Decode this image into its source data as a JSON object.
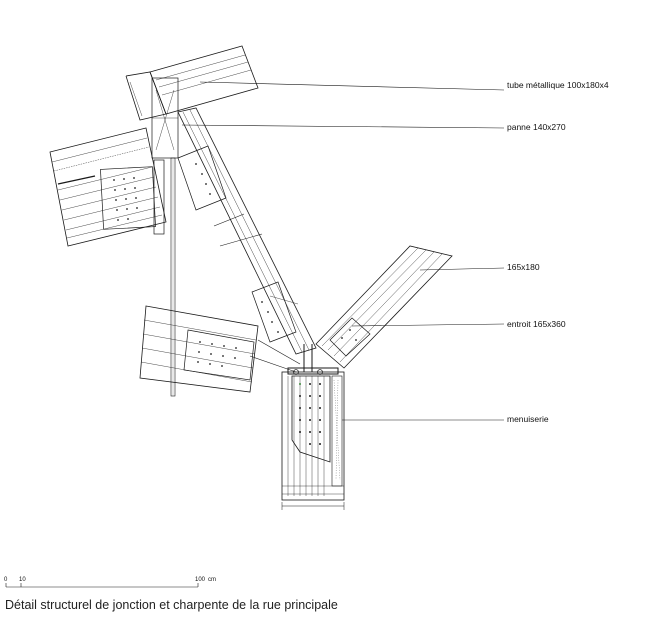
{
  "annotations": {
    "tube": "tube métallique 100x180x4",
    "panne": "panne 140x270",
    "beam": "165x180",
    "entroit": "entroit 165x360",
    "menuiserie": "menuiserie"
  },
  "scale_bar": {
    "label_0": "0",
    "label_10": "10",
    "label_100": "100",
    "unit": "cm"
  },
  "caption": "Détail structurel de jonction et charpente de la rue principale",
  "colors": {
    "line": "#1a1a1a",
    "light": "#8a8a8a",
    "accent": "#3a8a3a"
  }
}
